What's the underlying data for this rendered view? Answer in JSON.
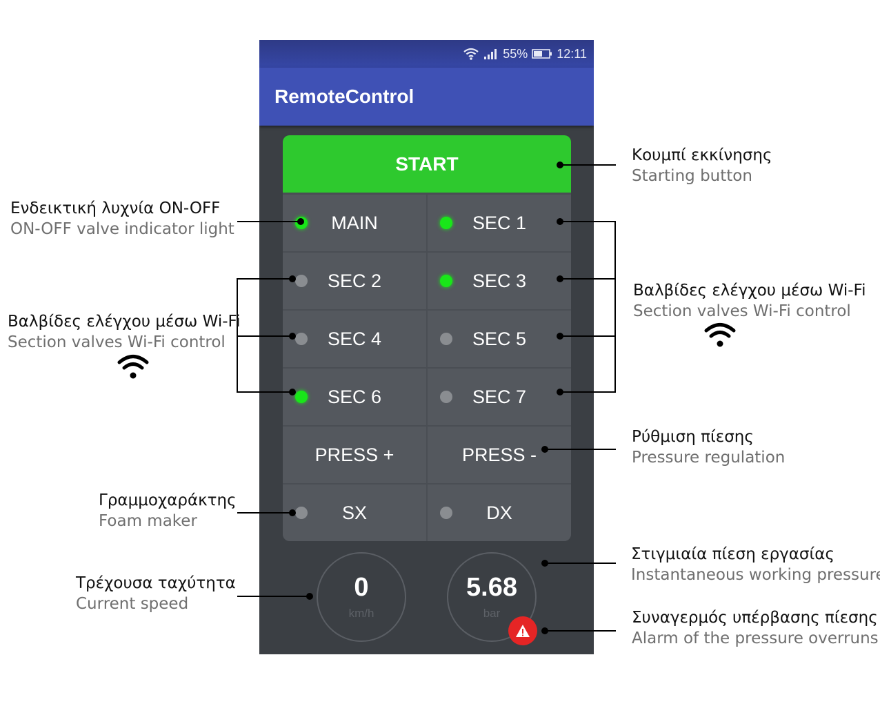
{
  "status_bar": {
    "battery": "55%",
    "time": "12:11"
  },
  "app_bar": {
    "title": "RemoteControl"
  },
  "controls": {
    "start_label": "START",
    "valves": [
      {
        "label": "MAIN",
        "on": true
      },
      {
        "label": "SEC 1",
        "on": true
      },
      {
        "label": "SEC 2",
        "on": false
      },
      {
        "label": "SEC 3",
        "on": true
      },
      {
        "label": "SEC 4",
        "on": false
      },
      {
        "label": "SEC 5",
        "on": false
      },
      {
        "label": "SEC 6",
        "on": true
      },
      {
        "label": "SEC 7",
        "on": false
      }
    ],
    "press_plus": "PRESS +",
    "press_minus": "PRESS -",
    "foam": [
      {
        "label": "SX",
        "on": false
      },
      {
        "label": "DX",
        "on": false
      }
    ]
  },
  "gauges": {
    "speed": {
      "value": "0",
      "unit": "km/h"
    },
    "pressure": {
      "value": "5.68",
      "unit": "bar"
    }
  },
  "annotations": {
    "start": {
      "gr": "Κουμπί εκκίνησης",
      "en": "Starting button"
    },
    "indicator": {
      "gr": "Ενδεικτική λυχνία ON-OFF",
      "en": "ON-OFF valve indicator light"
    },
    "wifi_left": {
      "gr": "Βαλβίδες ελέγχου μέσω Wi-Fi",
      "en": "Section valves Wi-Fi control"
    },
    "wifi_right": {
      "gr": "Βαλβίδες ελέγχου μέσω Wi-Fi",
      "en": "Section valves Wi-Fi control"
    },
    "pressure_reg": {
      "gr": "Ρύθμιση πίεσης",
      "en": "Pressure  regulation"
    },
    "foam": {
      "gr": "Γραμμοχαράκτης",
      "en": "Foam maker"
    },
    "speed": {
      "gr": "Τρέχουσα ταχύτητα",
      "en": "Current speed"
    },
    "work_pressure": {
      "gr": "Στιγμιαία πίεση εργασίας",
      "en": "Instantaneous working pressure"
    },
    "alarm": {
      "gr": "Συναγερμός υπέρβασης πίεσης",
      "en": "Alarm of the pressure overruns"
    }
  },
  "colors": {
    "start_green": "#2ec92e",
    "lamp_on": "#19e619",
    "app_bar": "#3f51b5",
    "alarm_red": "#e52525"
  }
}
